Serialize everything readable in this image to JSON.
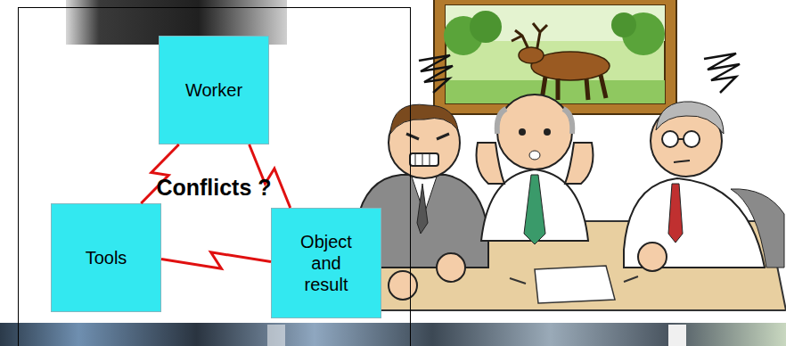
{
  "diagram": {
    "nodes": [
      {
        "text": [
          "Worker"
        ]
      },
      {
        "text": [
          "Tools"
        ]
      },
      {
        "text": [
          "Object and result"
        ]
      }
    ],
    "edges": [
      {
        "from": 0,
        "to": 1,
        "arrow": "none"
      },
      {
        "from": 0,
        "to": 2,
        "arrow": "none"
      },
      {
        "from": 1,
        "to": 2,
        "arrow": "none"
      }
    ],
    "labels": [
      "Conflicts ?"
    ]
  }
}
